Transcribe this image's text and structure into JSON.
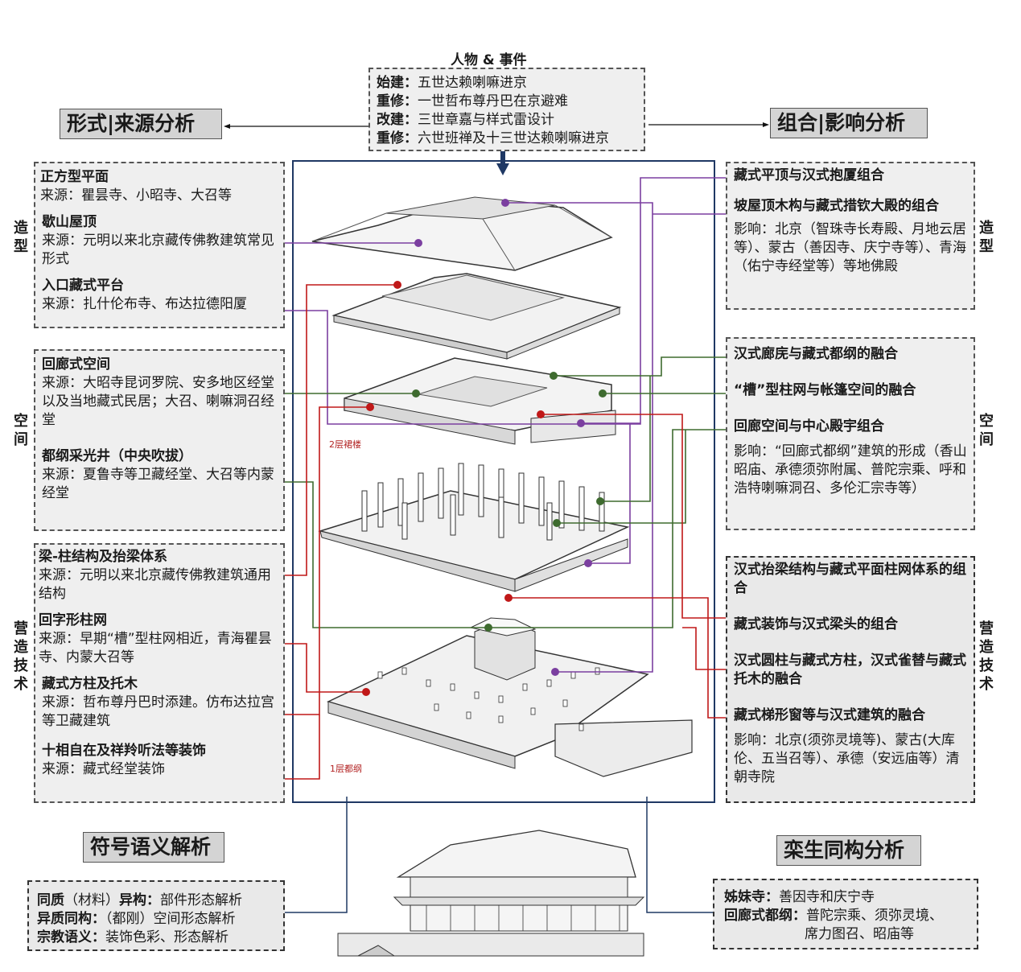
{
  "top": {
    "title": "人物 & 事件",
    "events": [
      {
        "label": "始建：",
        "text": "五世达赖喇嘛进京"
      },
      {
        "label": "重修：",
        "text": "一世哲布尊丹巴在京避难"
      },
      {
        "label": "改建：",
        "text": "三世章嘉与样式雷设计"
      },
      {
        "label": "重修：",
        "text": "六世班禅及十三世达赖喇嘛进京"
      }
    ]
  },
  "headers": {
    "left": "形式|来源分析",
    "right": "组合|影响分析",
    "bottom_left": "符号语义解析",
    "bottom_right": "栾生同构分析"
  },
  "left": {
    "form": {
      "side_label": "造型",
      "items": [
        {
          "title": "正方型平面",
          "text": "来源：瞿昙寺、小昭寺、大召等"
        },
        {
          "title": "歇山屋顶",
          "text": "来源：元明以来北京藏传佛教建筑常见形式"
        },
        {
          "title": "入口藏式平台",
          "text": "来源：扎什伦布寺、布达拉德阳厦"
        }
      ]
    },
    "space": {
      "side_label": "空间",
      "items": [
        {
          "title": "回廊式空间",
          "text": "来源：大昭寺昆诃罗院、安多地区经堂以及当地藏式民居；大召、喇嘛洞召经堂"
        },
        {
          "title": "都纲采光井（中央吹拔）",
          "text": "来源：夏鲁寺等卫藏经堂、大召等内蒙经堂"
        }
      ]
    },
    "tech": {
      "side_label": "营造技术",
      "items": [
        {
          "title": "梁-柱结构及抬梁体系",
          "text": "来源：元明以来北京藏传佛教建筑通用结构"
        },
        {
          "title": "回字形柱网",
          "text": "来源：早期“槽”型柱网相近，青海瞿昙寺、内蒙大召等"
        },
        {
          "title": "藏式方柱及托木",
          "text": "来源：哲布尊丹巴时添建。仿布达拉宫等卫藏建筑"
        },
        {
          "title": "十相自在及祥羚听法等装饰",
          "text": "来源：藏式经堂装饰"
        }
      ]
    }
  },
  "right": {
    "form": {
      "side_label": "造型",
      "items": [
        {
          "title": "藏式平顶与汉式抱厦组合"
        },
        {
          "title": "坡屋顶木构与藏式措钦大殿的组合"
        }
      ],
      "influence": "影响：北京（智珠寺长寿殿、月地云居等）、蒙古（善因寺、庆宁寺等）、青海（佑宁寺经堂等）等地佛殿"
    },
    "space": {
      "side_label": "空间",
      "items": [
        {
          "title": "汉式廊庑与藏式都纲的融合"
        },
        {
          "title": "“槽”型柱网与帐篷空间的融合"
        },
        {
          "title": "回廊空间与中心殿宇组合"
        }
      ],
      "influence": "影响：“回廊式都纲”建筑的形成（香山昭庙、承德须弥附属、普陀宗乘、呼和浩特喇嘛洞召、多伦汇宗寺等）"
    },
    "tech": {
      "side_label": "营造技术",
      "items": [
        {
          "title": "汉式抬梁结构与藏式平面柱网体系的组合"
        },
        {
          "title": "藏式装饰与汉式梁头的组合"
        },
        {
          "title": "汉式圆柱与藏式方柱，汉式雀替与藏式托木的融合"
        },
        {
          "title": "藏式梯形窗等与汉式建筑的融合"
        }
      ],
      "influence": "影响：北京(须弥灵境等)、蒙古(大库伦、五当召等）、承德（安远庙等）清朝寺院"
    }
  },
  "center": {
    "layer2_label": "2层裙楼",
    "layer1_label": "1层都纲"
  },
  "bottom_left": {
    "lines": [
      {
        "label": "同质",
        "mid": "（材料）",
        "label2": "异构：",
        "text": "部件形态解析"
      },
      {
        "label": "异质同构：",
        "mid": "",
        "label2": "",
        "text": "（都刚）空间形态解析"
      },
      {
        "label": "宗教语义：",
        "mid": "",
        "label2": "",
        "text": "装饰色彩、形态解析"
      }
    ]
  },
  "bottom_right": {
    "lines": [
      {
        "label": "姊妹寺：",
        "text": "善因寺和庆宁寺"
      },
      {
        "label": "回廊式都纲：",
        "text": "普陀宗乘、须弥灵境、"
      },
      {
        "label": "",
        "text": "席力图召、昭庙等"
      }
    ]
  },
  "colors": {
    "form_line": "#7b3fa0",
    "space_line": "#3e6b2f",
    "tech_line": "#c01818",
    "frame": "#1f3864"
  }
}
